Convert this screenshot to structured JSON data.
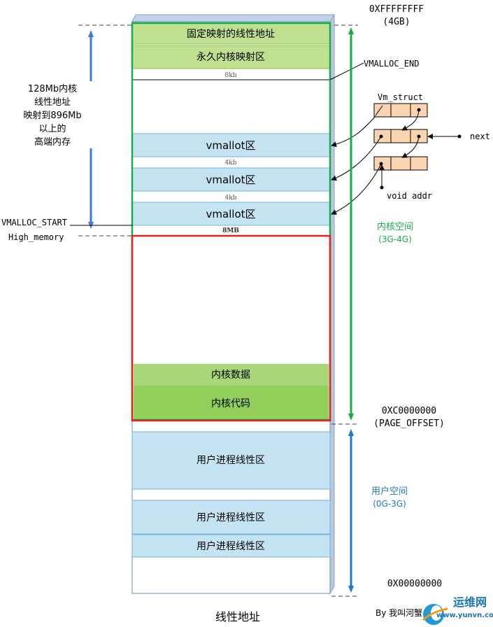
{
  "top_address": {
    "value": "0XFFFFFFFF",
    "note": "(4GB)"
  },
  "regions": {
    "fixed_map": "固定映射的线性地址",
    "permanent_map": "永久内核映射区",
    "gap_8kb": "8kb",
    "vmalloc_1": "vmallot区",
    "gap_4kb_1": "4kb",
    "vmalloc_2": "vmallot区",
    "gap_4kb_2": "4kb",
    "vmalloc_3": "vmallot区",
    "gap_8mb": "8MB",
    "kernel_data": "内核数据",
    "kernel_code": "内核代码",
    "user_1": "用户进程线性区",
    "user_2": "用户进程线性区",
    "user_3": "用户进程线性区"
  },
  "left_labels": {
    "high_map_note": [
      "128Mb内核",
      "线性地址",
      "映射到896Mb",
      "以上的",
      "高端内存"
    ],
    "vmalloc_start": "VMALLOC_START",
    "high_memory": "High_memory"
  },
  "right_labels": {
    "vmalloc_end": "VMALLOC_END",
    "vm_struct": "Vm_struct",
    "next": "next",
    "void_addr": "void addr",
    "kernel_space": "内核空间",
    "kernel_range": "(3G-4G)",
    "page_offset_addr": "0XC0000000",
    "page_offset_name": "(PAGE_OFFSET)",
    "user_space": "用户空间",
    "user_range": "(0G-3G)",
    "bottom_address": "0X00000000"
  },
  "footer": {
    "caption": "线性地址",
    "author": "By 我叫河蟹",
    "watermark": "运维网",
    "watermark_url": "www.yunvn.com"
  },
  "colors": {
    "green_band": "#bfe08f",
    "blue_band": "#c4e4f4",
    "kernel_data": "#a9d676",
    "kernel_code": "#92cf5a",
    "kernel_border": "#1bab4a",
    "direct_map_border": "#e22121",
    "side_blue": "#5b9bd5",
    "kernel_arrow": "#1aaa48",
    "user_arrow": "#1f76c8",
    "struct_fill": "#fbd5b1"
  }
}
